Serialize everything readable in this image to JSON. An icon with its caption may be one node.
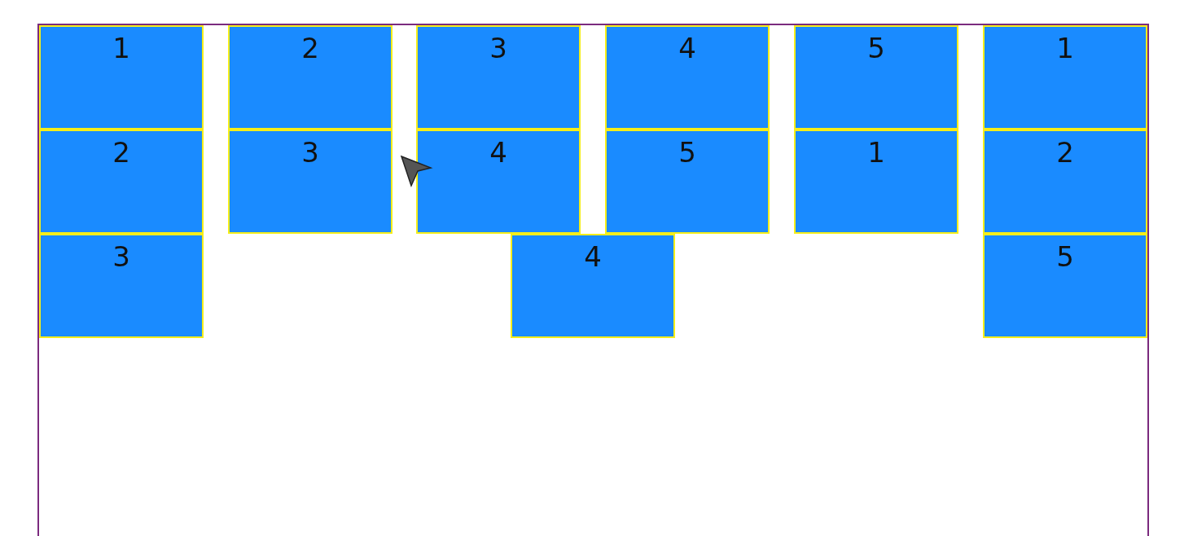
{
  "diagram": {
    "nodes": [
      {
        "text": [],
        "shape": "box"
      },
      {
        "text": [
          "1"
        ],
        "in": 0
      },
      {
        "text": [
          "2"
        ],
        "in": 0
      },
      {
        "text": [
          "3"
        ],
        "in": 0
      },
      {
        "text": [
          "4"
        ],
        "in": 0
      },
      {
        "text": [
          "5"
        ],
        "in": 0
      },
      {
        "text": [
          "1"
        ],
        "in": 0
      },
      {
        "text": [
          "2"
        ],
        "in": 0
      },
      {
        "text": [
          "3"
        ],
        "in": 0
      },
      {
        "text": [
          "4"
        ],
        "in": 0
      },
      {
        "text": [
          "5"
        ],
        "in": 0
      },
      {
        "text": [
          "1"
        ],
        "in": 0
      },
      {
        "text": [
          "2"
        ],
        "in": 0
      },
      {
        "text": [
          "3"
        ],
        "in": 0
      },
      {
        "text": [
          "4"
        ],
        "in": 0
      },
      {
        "text": [
          "5"
        ],
        "in": 0
      }
    ]
  }
}
